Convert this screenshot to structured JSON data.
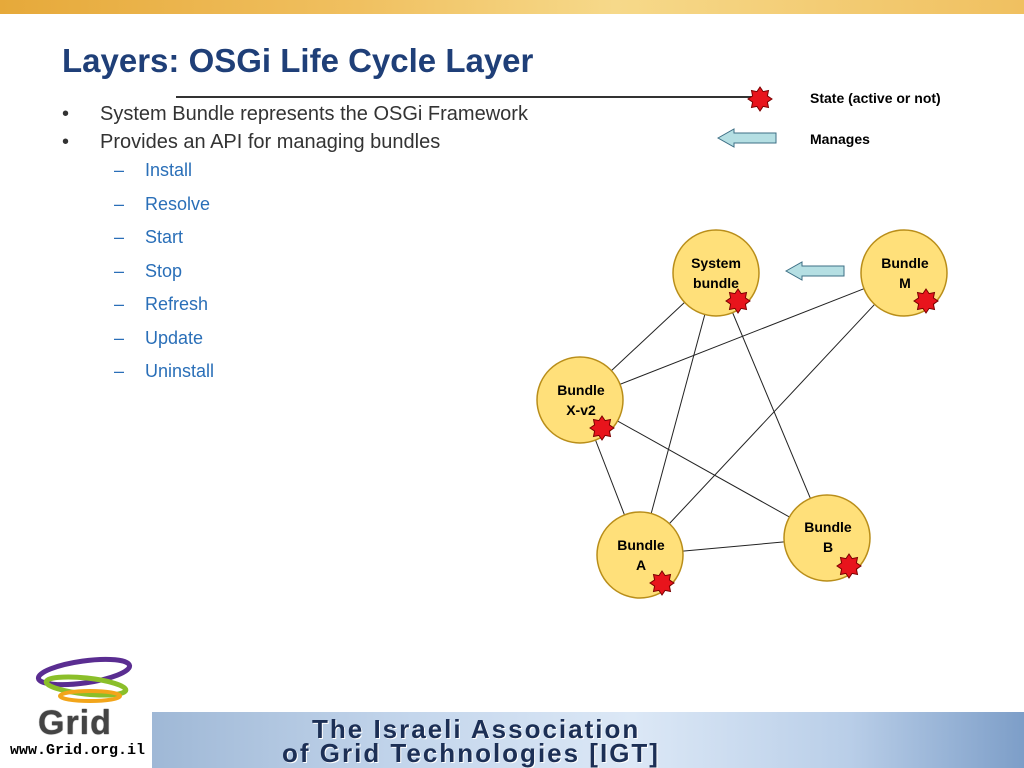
{
  "slide": {
    "title": "Layers: OSGi Life Cycle Layer",
    "bullets": [
      "System Bundle represents the OSGi Framework",
      "Provides an API for managing bundles"
    ],
    "sub_dash": "–",
    "sub_bullets": [
      "Install",
      "Resolve",
      "Start",
      "Stop",
      "Refresh",
      "Update",
      "Uninstall"
    ]
  },
  "legend": {
    "state_label": "State (active or not)",
    "manages_label": "Manages"
  },
  "diagram": {
    "nodes": [
      {
        "id": "system",
        "line1": "System",
        "line2": "bundle"
      },
      {
        "id": "m",
        "line1": "Bundle",
        "line2": "M"
      },
      {
        "id": "xv2",
        "line1": "Bundle",
        "line2": "X-v2"
      },
      {
        "id": "a",
        "line1": "Bundle",
        "line2": "A"
      },
      {
        "id": "b",
        "line1": "Bundle",
        "line2": "B"
      }
    ],
    "edges": [
      [
        "system",
        "xv2"
      ],
      [
        "system",
        "a"
      ],
      [
        "system",
        "b"
      ],
      [
        "m",
        "xv2"
      ],
      [
        "m",
        "a"
      ],
      [
        "xv2",
        "a"
      ],
      [
        "xv2",
        "b"
      ],
      [
        "a",
        "b"
      ]
    ],
    "manages": [
      "m",
      "system"
    ],
    "colors": {
      "node_fill": "#ffe07a",
      "node_stroke": "#b98e1a",
      "star": "#e8141c",
      "arrow_fill": "#b5dfe3"
    }
  },
  "footer": {
    "logo_text": "Grid",
    "url": "www.Grid.org.il",
    "banner_line1": "The Israeli Association",
    "banner_line2": "of Grid Technologies [IGT]"
  }
}
